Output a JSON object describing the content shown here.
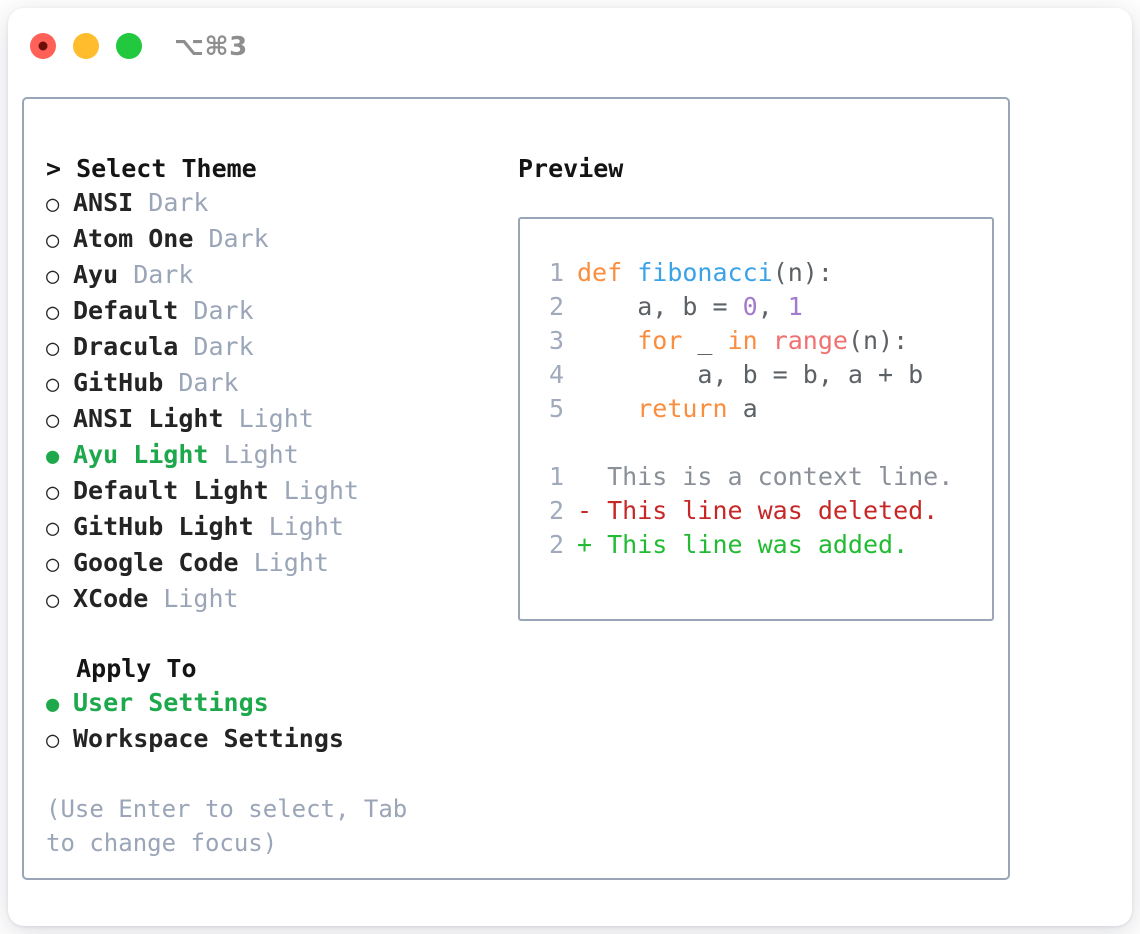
{
  "window": {
    "shortcut_label": "⌥⌘3",
    "traffic_lights": [
      {
        "name": "close-button",
        "color": "#ff6159",
        "recording": true
      },
      {
        "name": "minimize-button",
        "color": "#ffbd2e",
        "recording": false
      },
      {
        "name": "maximize-button",
        "color": "#22c93f",
        "recording": false
      }
    ]
  },
  "theme_section": {
    "title": "> Select Theme",
    "options": [
      {
        "bullet": "○",
        "label": "ANSI",
        "tag": "Dark",
        "selected": false
      },
      {
        "bullet": "○",
        "label": "Atom One",
        "tag": "Dark",
        "selected": false
      },
      {
        "bullet": "○",
        "label": "Ayu",
        "tag": "Dark",
        "selected": false
      },
      {
        "bullet": "○",
        "label": "Default",
        "tag": "Dark",
        "selected": false
      },
      {
        "bullet": "○",
        "label": "Dracula",
        "tag": "Dark",
        "selected": false
      },
      {
        "bullet": "○",
        "label": "GitHub",
        "tag": "Dark",
        "selected": false
      },
      {
        "bullet": "○",
        "label": "ANSI Light",
        "tag": "Light",
        "selected": false
      },
      {
        "bullet": "●",
        "label": "Ayu Light",
        "tag": "Light",
        "selected": true
      },
      {
        "bullet": "○",
        "label": "Default Light",
        "tag": "Light",
        "selected": false
      },
      {
        "bullet": "○",
        "label": "GitHub Light",
        "tag": "Light",
        "selected": false
      },
      {
        "bullet": "○",
        "label": "Google Code",
        "tag": "Light",
        "selected": false
      },
      {
        "bullet": "○",
        "label": "XCode",
        "tag": "Light",
        "selected": false
      }
    ]
  },
  "apply_section": {
    "title": "  Apply To",
    "options": [
      {
        "bullet": "●",
        "label": "User Settings",
        "selected": true
      },
      {
        "bullet": "○",
        "label": "Workspace Settings",
        "selected": false
      }
    ]
  },
  "hint": "(Use Enter to select, Tab to change focus)",
  "preview": {
    "title": "Preview",
    "code_lines": [
      {
        "lineno": "1",
        "tokens": [
          {
            "t": "def",
            "c": "kw"
          },
          {
            "t": " ",
            "c": "pl"
          },
          {
            "t": "fibonacci",
            "c": "fn"
          },
          {
            "t": "(n):",
            "c": "punc"
          }
        ]
      },
      {
        "lineno": "2",
        "tokens": [
          {
            "t": "    a, b = ",
            "c": "pl"
          },
          {
            "t": "0",
            "c": "num"
          },
          {
            "t": ", ",
            "c": "pl"
          },
          {
            "t": "1",
            "c": "num"
          }
        ]
      },
      {
        "lineno": "3",
        "tokens": [
          {
            "t": "    ",
            "c": "pl"
          },
          {
            "t": "for",
            "c": "kw"
          },
          {
            "t": " _ ",
            "c": "pl"
          },
          {
            "t": "in",
            "c": "kw"
          },
          {
            "t": " ",
            "c": "pl"
          },
          {
            "t": "range",
            "c": "bi"
          },
          {
            "t": "(n):",
            "c": "punc"
          }
        ]
      },
      {
        "lineno": "4",
        "tokens": [
          {
            "t": "        a, b = b, a + b",
            "c": "pl"
          }
        ]
      },
      {
        "lineno": "5",
        "tokens": [
          {
            "t": "    ",
            "c": "pl"
          },
          {
            "t": "return",
            "c": "kw"
          },
          {
            "t": " a",
            "c": "pl"
          }
        ]
      }
    ],
    "diff_lines": [
      {
        "lineno": "1",
        "marker": "  ",
        "text": "This is a context line.",
        "kind": "ctx"
      },
      {
        "lineno": "2",
        "marker": "- ",
        "text": "This line was deleted.",
        "kind": "del"
      },
      {
        "lineno": "2",
        "marker": "+ ",
        "text": "This line was added.",
        "kind": "add"
      }
    ]
  },
  "colors": {
    "keyword": "#fa8d3e",
    "function": "#3aa3e8",
    "number": "#a37acc",
    "builtin": "#f07171",
    "plain": "#5c6166",
    "selected_green": "#1da84c",
    "muted": "#9aa5b8",
    "border": "#9aa5b8",
    "diff_added": "#22bb33",
    "diff_deleted": "#c62828",
    "diff_context": "#8a8f98"
  }
}
